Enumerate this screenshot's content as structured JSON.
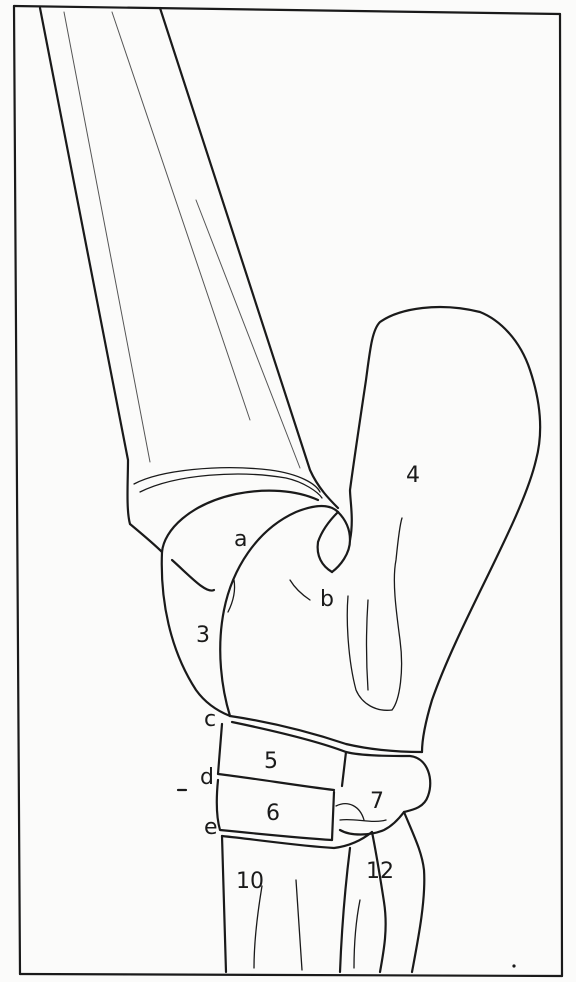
{
  "labels": {
    "bone_3": "3",
    "bone_4": "4",
    "bone_5": "5",
    "bone_6": "6",
    "bone_7": "7",
    "bone_10": "10",
    "bone_12": "12",
    "joint_a": "a",
    "joint_b": "b",
    "joint_c": "c",
    "joint_d": "d",
    "joint_e": "e"
  },
  "colors": {
    "ink": "#1a1a1a",
    "paper": "#fbfbfa"
  }
}
